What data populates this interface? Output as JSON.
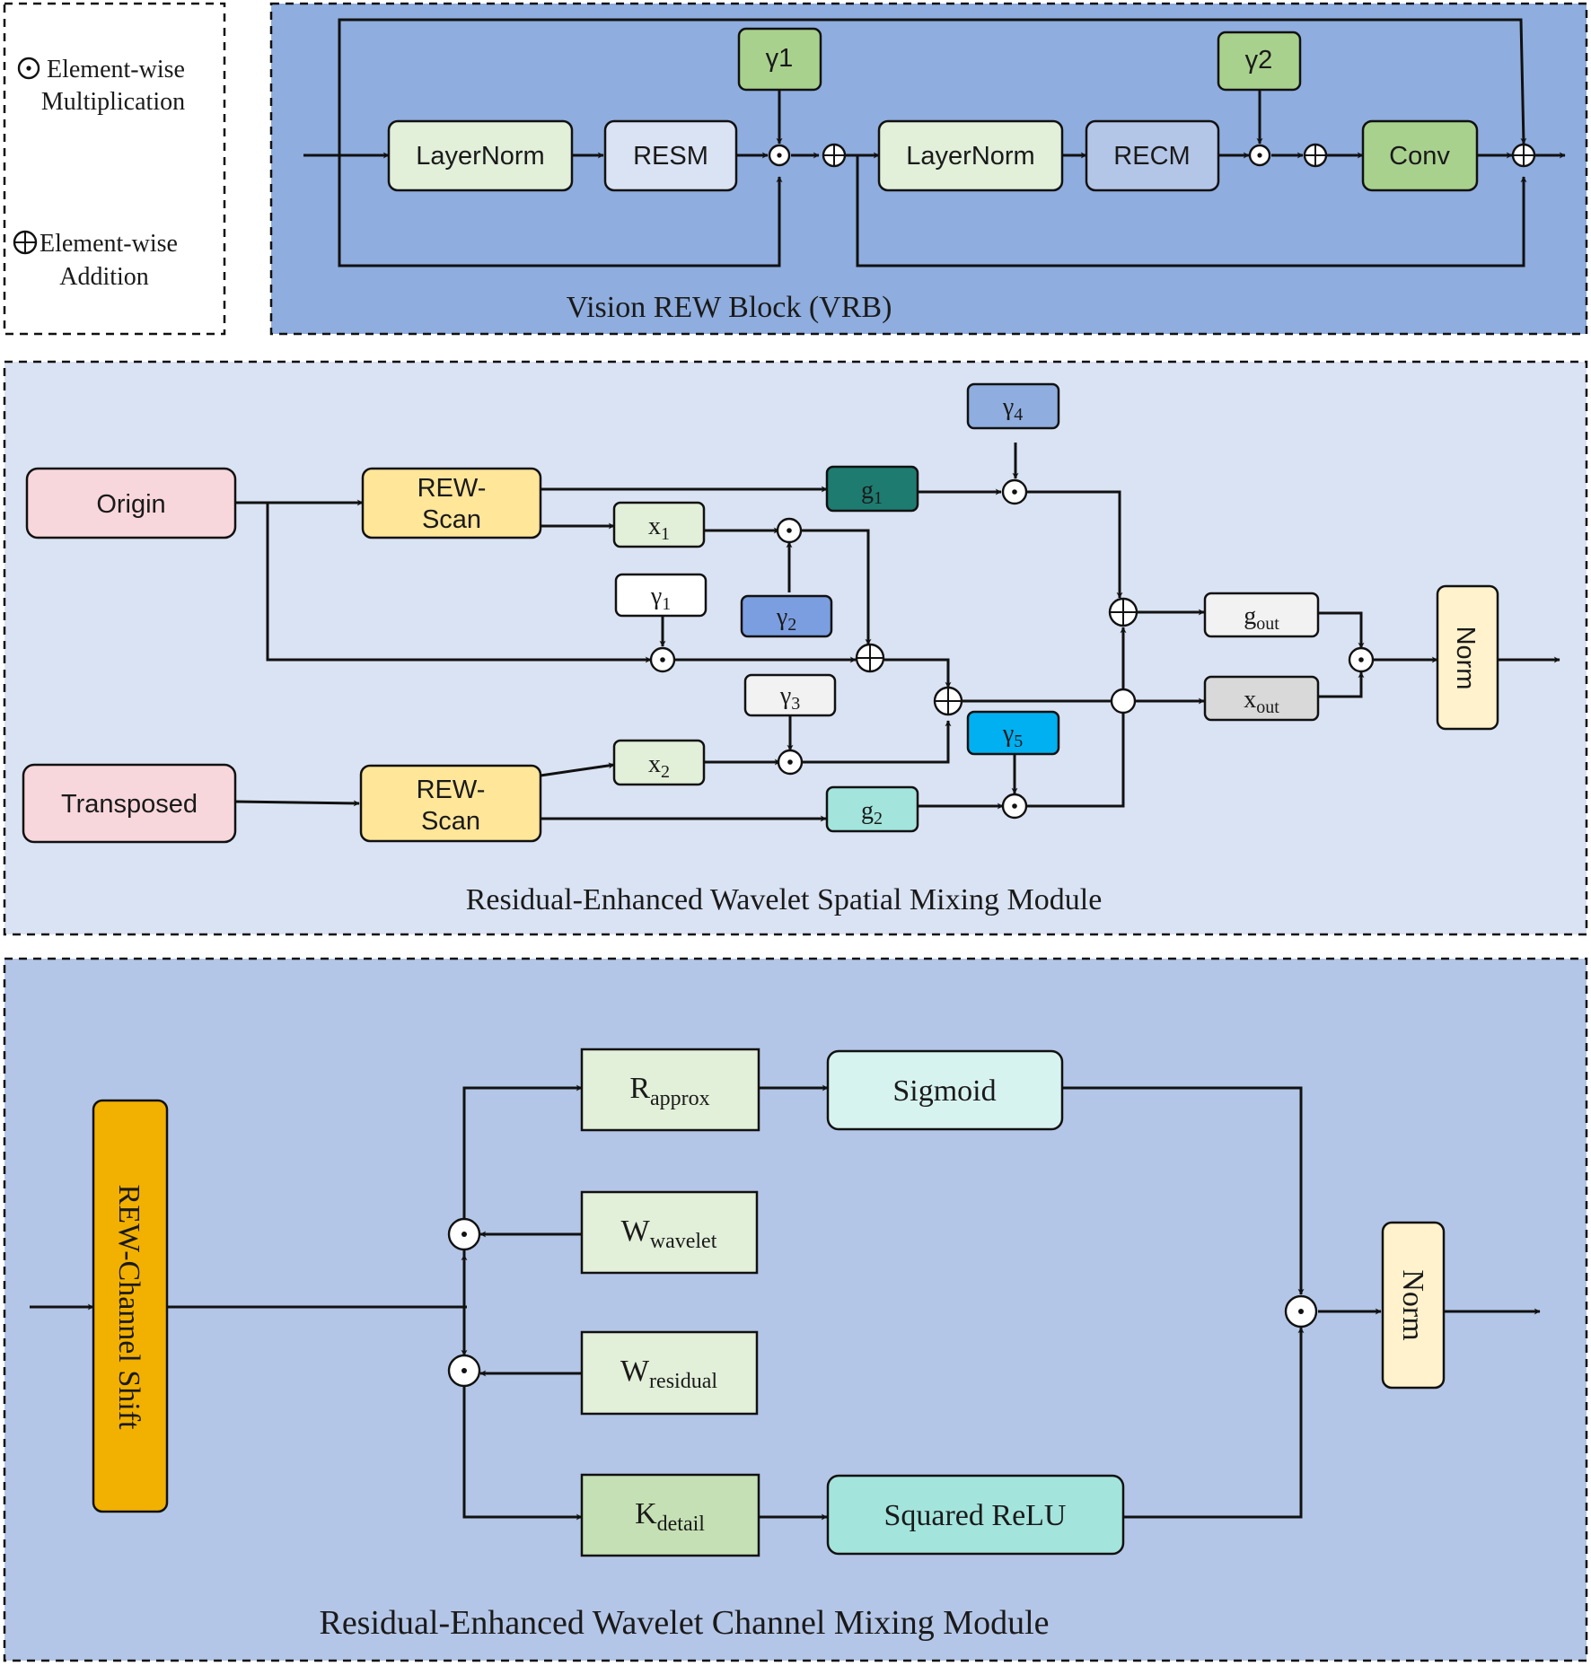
{
  "legend": {
    "mult_symbol": "⊙",
    "mult_line1": "Element-wise",
    "mult_line2": "Multiplication",
    "add_symbol": "⊕",
    "add_line1": "Element-wise",
    "add_line2": "Addition"
  },
  "vrb": {
    "caption": "Vision REW Block (VRB)",
    "layernorm1": "LayerNorm",
    "resm": "RESM",
    "gamma1": "γ1",
    "layernorm2": "LayerNorm",
    "recm": "RECM",
    "gamma2": "γ2",
    "conv": "Conv"
  },
  "spatial": {
    "caption": "Residual-Enhanced Wavelet Spatial Mixing Module",
    "origin": "Origin",
    "transposed": "Transposed",
    "rew_scan_1": {
      "line1": "REW-",
      "line2": "Scan"
    },
    "rew_scan_2": {
      "line1": "REW-",
      "line2": "Scan"
    },
    "g1": {
      "base": "g",
      "sub": "1"
    },
    "x1": {
      "base": "x",
      "sub": "1"
    },
    "gamma1": {
      "base": "γ",
      "sub": "1"
    },
    "gamma2": {
      "base": "γ",
      "sub": "2"
    },
    "gamma3": {
      "base": "γ",
      "sub": "3"
    },
    "gamma4": {
      "base": "γ",
      "sub": "4"
    },
    "gamma5": {
      "base": "γ",
      "sub": "5"
    },
    "x2": {
      "base": "x",
      "sub": "2"
    },
    "g2": {
      "base": "g",
      "sub": "2"
    },
    "g_out": {
      "base": "g",
      "sub": "out"
    },
    "x_out": {
      "base": "x",
      "sub": "out"
    },
    "norm": "Norm"
  },
  "channel": {
    "caption": "Residual-Enhanced Wavelet Channel Mixing Module",
    "channel_shift": "REW-Channel Shift",
    "r_approx": {
      "base": "R",
      "sub": "approx"
    },
    "w_wavelet": {
      "base": "W",
      "sub": "wavelet"
    },
    "w_residual": {
      "base": "W",
      "sub": "residual"
    },
    "k_detail": {
      "base": "K",
      "sub": "detail"
    },
    "sigmoid": "Sigmoid",
    "squared_relu": "Squared ReLU",
    "norm": "Norm"
  },
  "colors": {
    "vrb_bg": "#8fadde",
    "spatial_bg": "#dae3f3",
    "channel_bg": "#b4c6e7",
    "layernorm": "#e2efd9",
    "resm": "#dae3f3",
    "recm": "#b4c6e7",
    "gamma_green": "#a9d18e",
    "conv": "#a9d18e",
    "origin": "#f8d7dc",
    "rew_scan": "#ffe699",
    "g1": "#1e7b70",
    "g2": "#a3e4dc",
    "gamma4": "#8fadde",
    "gamma2": "#7b9ee0",
    "gamma5": "#00b0f0",
    "gamma_white": "#ffffff",
    "gamma3": "#f2f2f2",
    "g_out": "#f2f2f2",
    "x_out": "#d9d9d9",
    "norm": "#fff2cc",
    "x_box": "#e2efd9",
    "channel_shift": "#f2b000",
    "sigmoid": "#d7f3ef",
    "squared_relu": "#a3e4dc",
    "k_detail": "#c5e0b4"
  }
}
